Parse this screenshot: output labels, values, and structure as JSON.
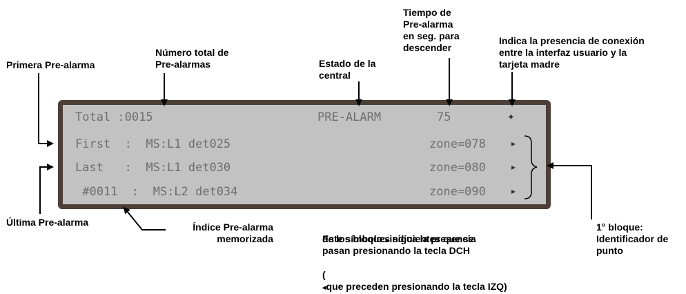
{
  "labels": {
    "primera": "Primera Pre-alarma",
    "numero_total": "Número total de\nPre-alarmas",
    "estado": "Estado de la\ncentral",
    "tiempo": "Tiempo de\nPre-alarma\nen seg. para\ndescender",
    "indica": "Indica la presencia de conexión\nentre la interfaz usuario y la\ntarjeta madre",
    "ultima": "Última Pre-alarma",
    "indice": "Índice Pre-alarma\nmemorizada",
    "simbolo_1": "Este símbolo:",
    "simbolo_2": "indica la presencia",
    "simbolo_rest": "de los bloques siguientes que se\npasan presionando la tecla DCH",
    "simbolo_last_1": "(",
    "simbolo_last_2": "que preceden presionando la tecla IZQ)",
    "bloque": "1° bloque:\nIdentificador de\npunto"
  },
  "lcd": {
    "row1_total": "Total :0015",
    "row1_state": "PRE-ALARM",
    "row1_time": "75",
    "row2_label": "First  :  MS:L1 det025",
    "row2_zone": "zone=078",
    "row3_label": "Last   :  MS:L1 det030",
    "row3_zone": "zone=080",
    "row4_label": " #0011  :  MS:L2 det034",
    "row4_zone": "zone=090"
  },
  "icons": {
    "connection": "connection-icon",
    "more_right": "right-arrow-icon",
    "more_left": "left-arrow-icon"
  }
}
